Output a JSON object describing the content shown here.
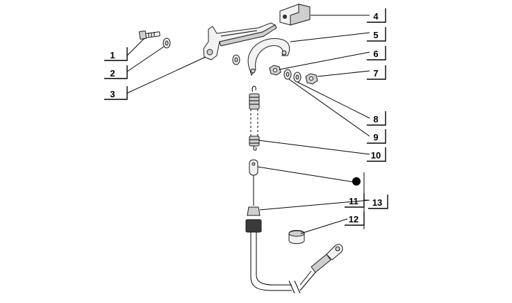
{
  "callouts": {
    "c1": "1",
    "c2": "2",
    "c3": "3",
    "c4": "4",
    "c5": "5",
    "c6": "6",
    "c7": "7",
    "c8": "8",
    "c9": "9",
    "c10": "10",
    "c11": "11",
    "c12": "12",
    "c13": "13"
  },
  "colors": {
    "ink": "#000000",
    "part_fill": "#f2f2f2",
    "part_shade": "#cfcfcf",
    "marker": "#000000"
  },
  "icons": {
    "assembly_marker": "filled-dot-icon"
  }
}
